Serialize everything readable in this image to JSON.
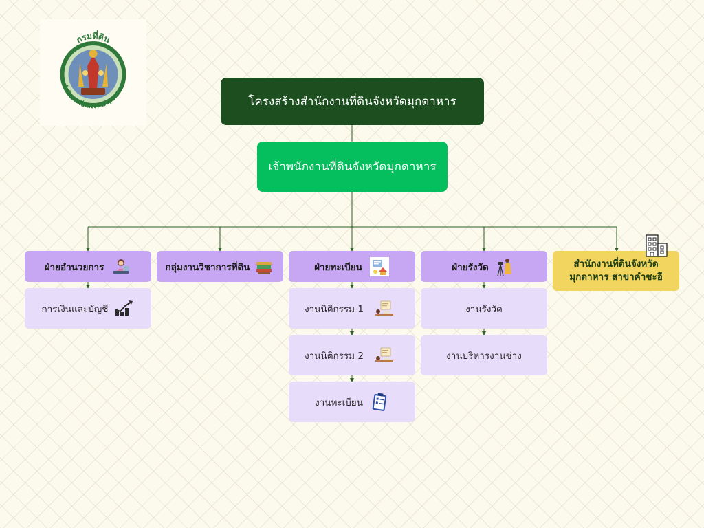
{
  "logo": {
    "top_text": "กรมที่ดิน",
    "bottom_text": "สำนักงานที่ดินจังหวัดมุกดาหาร"
  },
  "title": "โครงสร้างสำนักงานที่ดินจังหวัดมุกดาหาร",
  "chief": "เจ้าพนักงานที่ดินจังหวัดมุกดาหาร",
  "departments": [
    {
      "label": "ฝ่ายอำนวยการ",
      "icon": "office-worker-icon",
      "subs": [
        {
          "label": "การเงินและบัญชี",
          "icon": "finance-chart-icon"
        }
      ]
    },
    {
      "label": "กลุ่มงานวิชาการที่ดิน",
      "icon": "books-icon",
      "subs": []
    },
    {
      "label": "ฝ่ายทะเบียน",
      "icon": "house-document-icon",
      "subs": [
        {
          "label": "งานนิติกรรม 1",
          "icon": "desk-worker-icon"
        },
        {
          "label": "งานนิติกรรม 2",
          "icon": "desk-worker-icon"
        },
        {
          "label": "งานทะเบียน",
          "icon": "clipboard-icon"
        }
      ]
    },
    {
      "label": "ฝ่ายรังวัด",
      "icon": "surveyor-icon",
      "subs": [
        {
          "label": "งานรังวัด",
          "icon": ""
        },
        {
          "label": "งานบริหารงานช่าง",
          "icon": ""
        }
      ]
    }
  ],
  "branch": {
    "line1": "สำนักงานที่ดินจังหวัด",
    "line2": "มุกดาหาร สาขาคำชะอี",
    "icon": "building-icon"
  },
  "colors": {
    "title_bg": "#1c4e1f",
    "chief_bg": "#05bf5e",
    "department_bg": "#c7a7f3",
    "sub_bg": "#e8dcfb",
    "branch_bg": "#f1d55e",
    "connector": "#2e5e24"
  }
}
